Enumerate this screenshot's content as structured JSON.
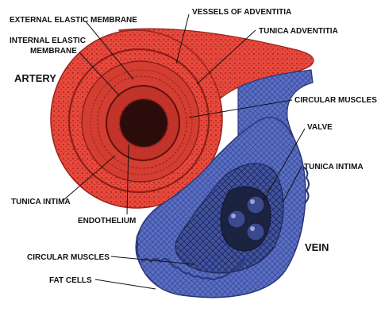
{
  "labels": {
    "external_elastic_membrane": "EXTERNAL ELASTIC MEMBRANE",
    "internal_elastic_membrane_1": "INTERNAL ELASTIC",
    "internal_elastic_membrane_2": "MEMBRANE",
    "artery": "ARTERY",
    "vessels_of_adventitia": "VESSELS OF ADVENTITIA",
    "tunica_adventitia": "TUNICA ADVENTITIA",
    "circular_muscles_right": "CIRCULAR MUSCLES",
    "valve": "VALVE",
    "tunica_intima_right": "TUNICA INTIMA",
    "tunica_intima_left": "TUNICA INTIMA",
    "endothelium": "ENDOTHELIUM",
    "vein": "VEIN",
    "circular_muscles_left": "CIRCULAR MUSCLES",
    "fat_cells": "FAT CELLS"
  },
  "colors": {
    "artery": "#e8483c",
    "artery_dark": "#b52a22",
    "artery_lumen": "#2a0c0a",
    "vein": "#5a6fc4",
    "vein_dark": "#2f3d86",
    "vein_lumen": "#1c2340",
    "text": "#111111"
  }
}
